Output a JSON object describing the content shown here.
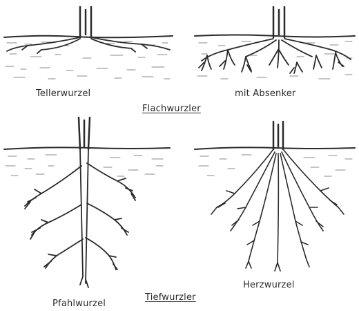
{
  "panels": {
    "teller": {
      "label": "Tellerwurzel"
    },
    "absenker": {
      "label": "mit Absenker"
    },
    "pfahl": {
      "label": "Pfahlwurzel"
    },
    "herz": {
      "label": "Herzwurzel"
    }
  },
  "categories": {
    "flach": "Flachwurzler",
    "tief": "Tiefwurzler"
  },
  "colors": {
    "ink": "#2a2a2a",
    "soil": "#8a8a8a",
    "background": "#ffffff"
  }
}
